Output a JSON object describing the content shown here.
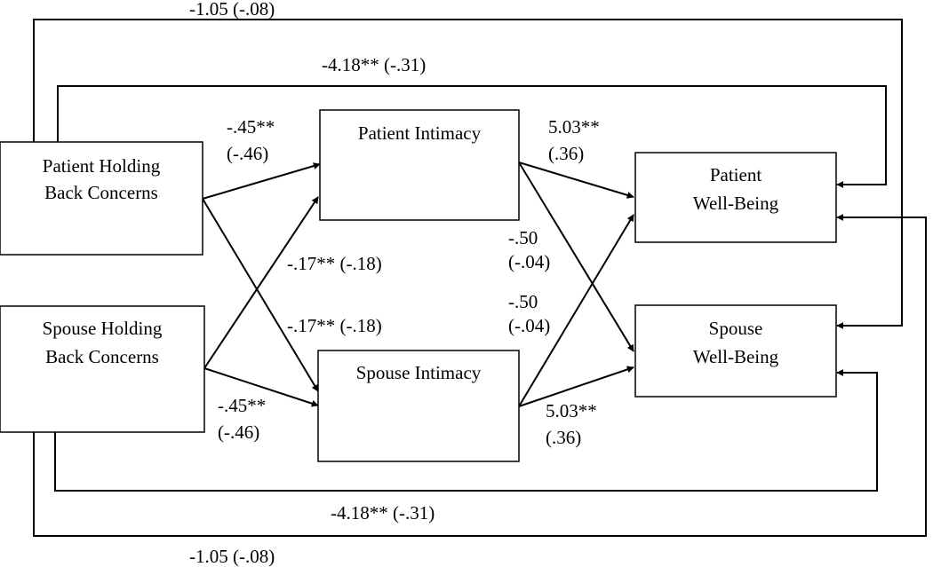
{
  "nodes": {
    "patient_holding": {
      "line1": "Patient Holding",
      "line2": "Back Concerns"
    },
    "spouse_holding": {
      "line1": "Spouse Holding",
      "line2": "Back Concerns"
    },
    "patient_intimacy": {
      "line1": "Patient Intimacy"
    },
    "spouse_intimacy": {
      "line1": "Spouse Intimacy"
    },
    "patient_wellbeing": {
      "line1": "Patient",
      "line2": "Well-Being"
    },
    "spouse_wellbeing": {
      "line1": "Spouse",
      "line2": "Well-Being"
    }
  },
  "edges": {
    "outer_top": "-1.05 (-.08)",
    "inner_top": "-4.18** (-.31)",
    "ph_pi": {
      "line1": "-.45**",
      "line2": "(-.46)"
    },
    "sh_pi": "-.17** (-.18)",
    "ph_si": "-.17** (-.18)",
    "sh_si": {
      "line1": "-.45**",
      "line2": "(-.46)"
    },
    "pi_pw": {
      "line1": "5.03**",
      "line2": "(.36)"
    },
    "pi_sw": {
      "line1": "-.50",
      "line2": "(-.04)"
    },
    "si_pw": {
      "line1": "-.50",
      "line2": "(-.04)"
    },
    "si_sw": {
      "line1": "5.03**",
      "line2": "(.36)"
    },
    "inner_bottom": "-4.18** (-.31)",
    "outer_bottom": "-1.05 (-.08)"
  }
}
